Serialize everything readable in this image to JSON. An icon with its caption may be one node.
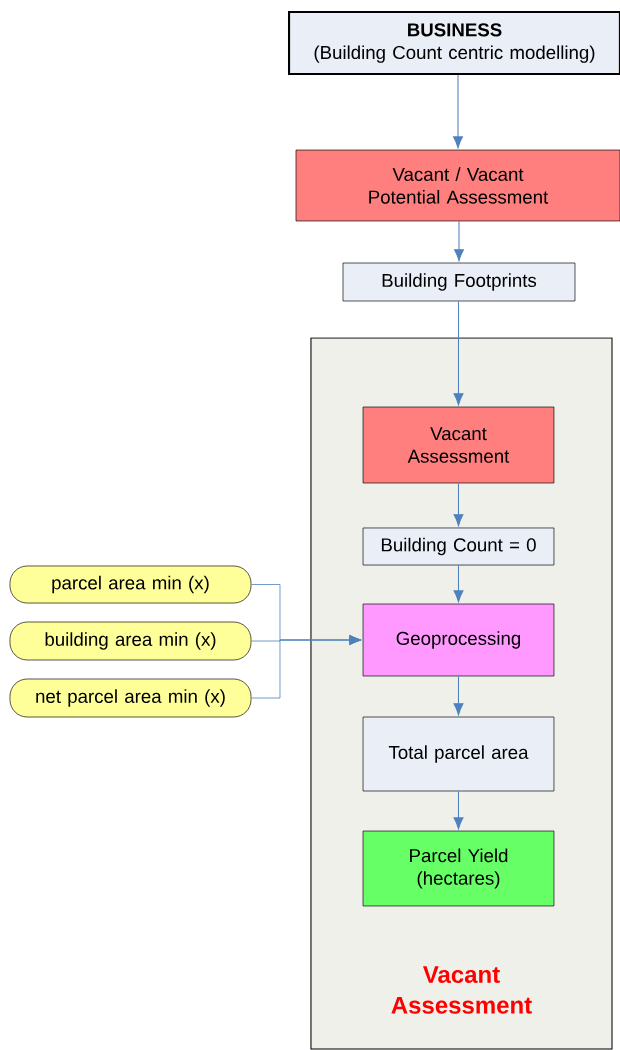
{
  "diagram": {
    "nodes": [
      {
        "text": [
          "BUSINESS",
          "(Building Count centric modelling)"
        ]
      },
      {
        "text": [
          "Vacant / Vacant  Potential Assessment"
        ]
      },
      {
        "text": [
          "Building Footprints"
        ]
      },
      {
        "text": [
          "Vacant Assessment"
        ]
      },
      {
        "text": [
          "Vacant Assessment"
        ],
        "in": 3
      },
      {
        "text": [
          "Building Count = 0"
        ],
        "in": 3
      },
      {
        "text": [
          "Geoprocessing"
        ],
        "in": 3
      },
      {
        "text": [
          "Total parcel area"
        ],
        "in": 3
      },
      {
        "text": [
          "Parcel Yield (hectares)"
        ],
        "in": 3
      },
      {
        "text": [
          "parcel area min (x)"
        ]
      },
      {
        "text": [
          "building area min (x)"
        ]
      },
      {
        "text": [
          "net parcel area min (x)"
        ]
      }
    ],
    "edges": [
      {
        "from": 0,
        "to": 1,
        "arrow": "to"
      },
      {
        "from": 1,
        "to": 2,
        "arrow": "to"
      },
      {
        "from": 2,
        "to": 4,
        "arrow": "to"
      },
      {
        "from": 4,
        "to": 5,
        "arrow": "to"
      },
      {
        "from": 5,
        "to": 6,
        "arrow": "to"
      },
      {
        "from": 9,
        "to": 6,
        "arrow": "to"
      },
      {
        "from": 10,
        "to": 6,
        "arrow": "to"
      },
      {
        "from": 11,
        "to": 6,
        "arrow": "to"
      },
      {
        "from": 6,
        "to": 7,
        "arrow": "to"
      },
      {
        "from": 7,
        "to": 8,
        "arrow": "to"
      }
    ]
  }
}
